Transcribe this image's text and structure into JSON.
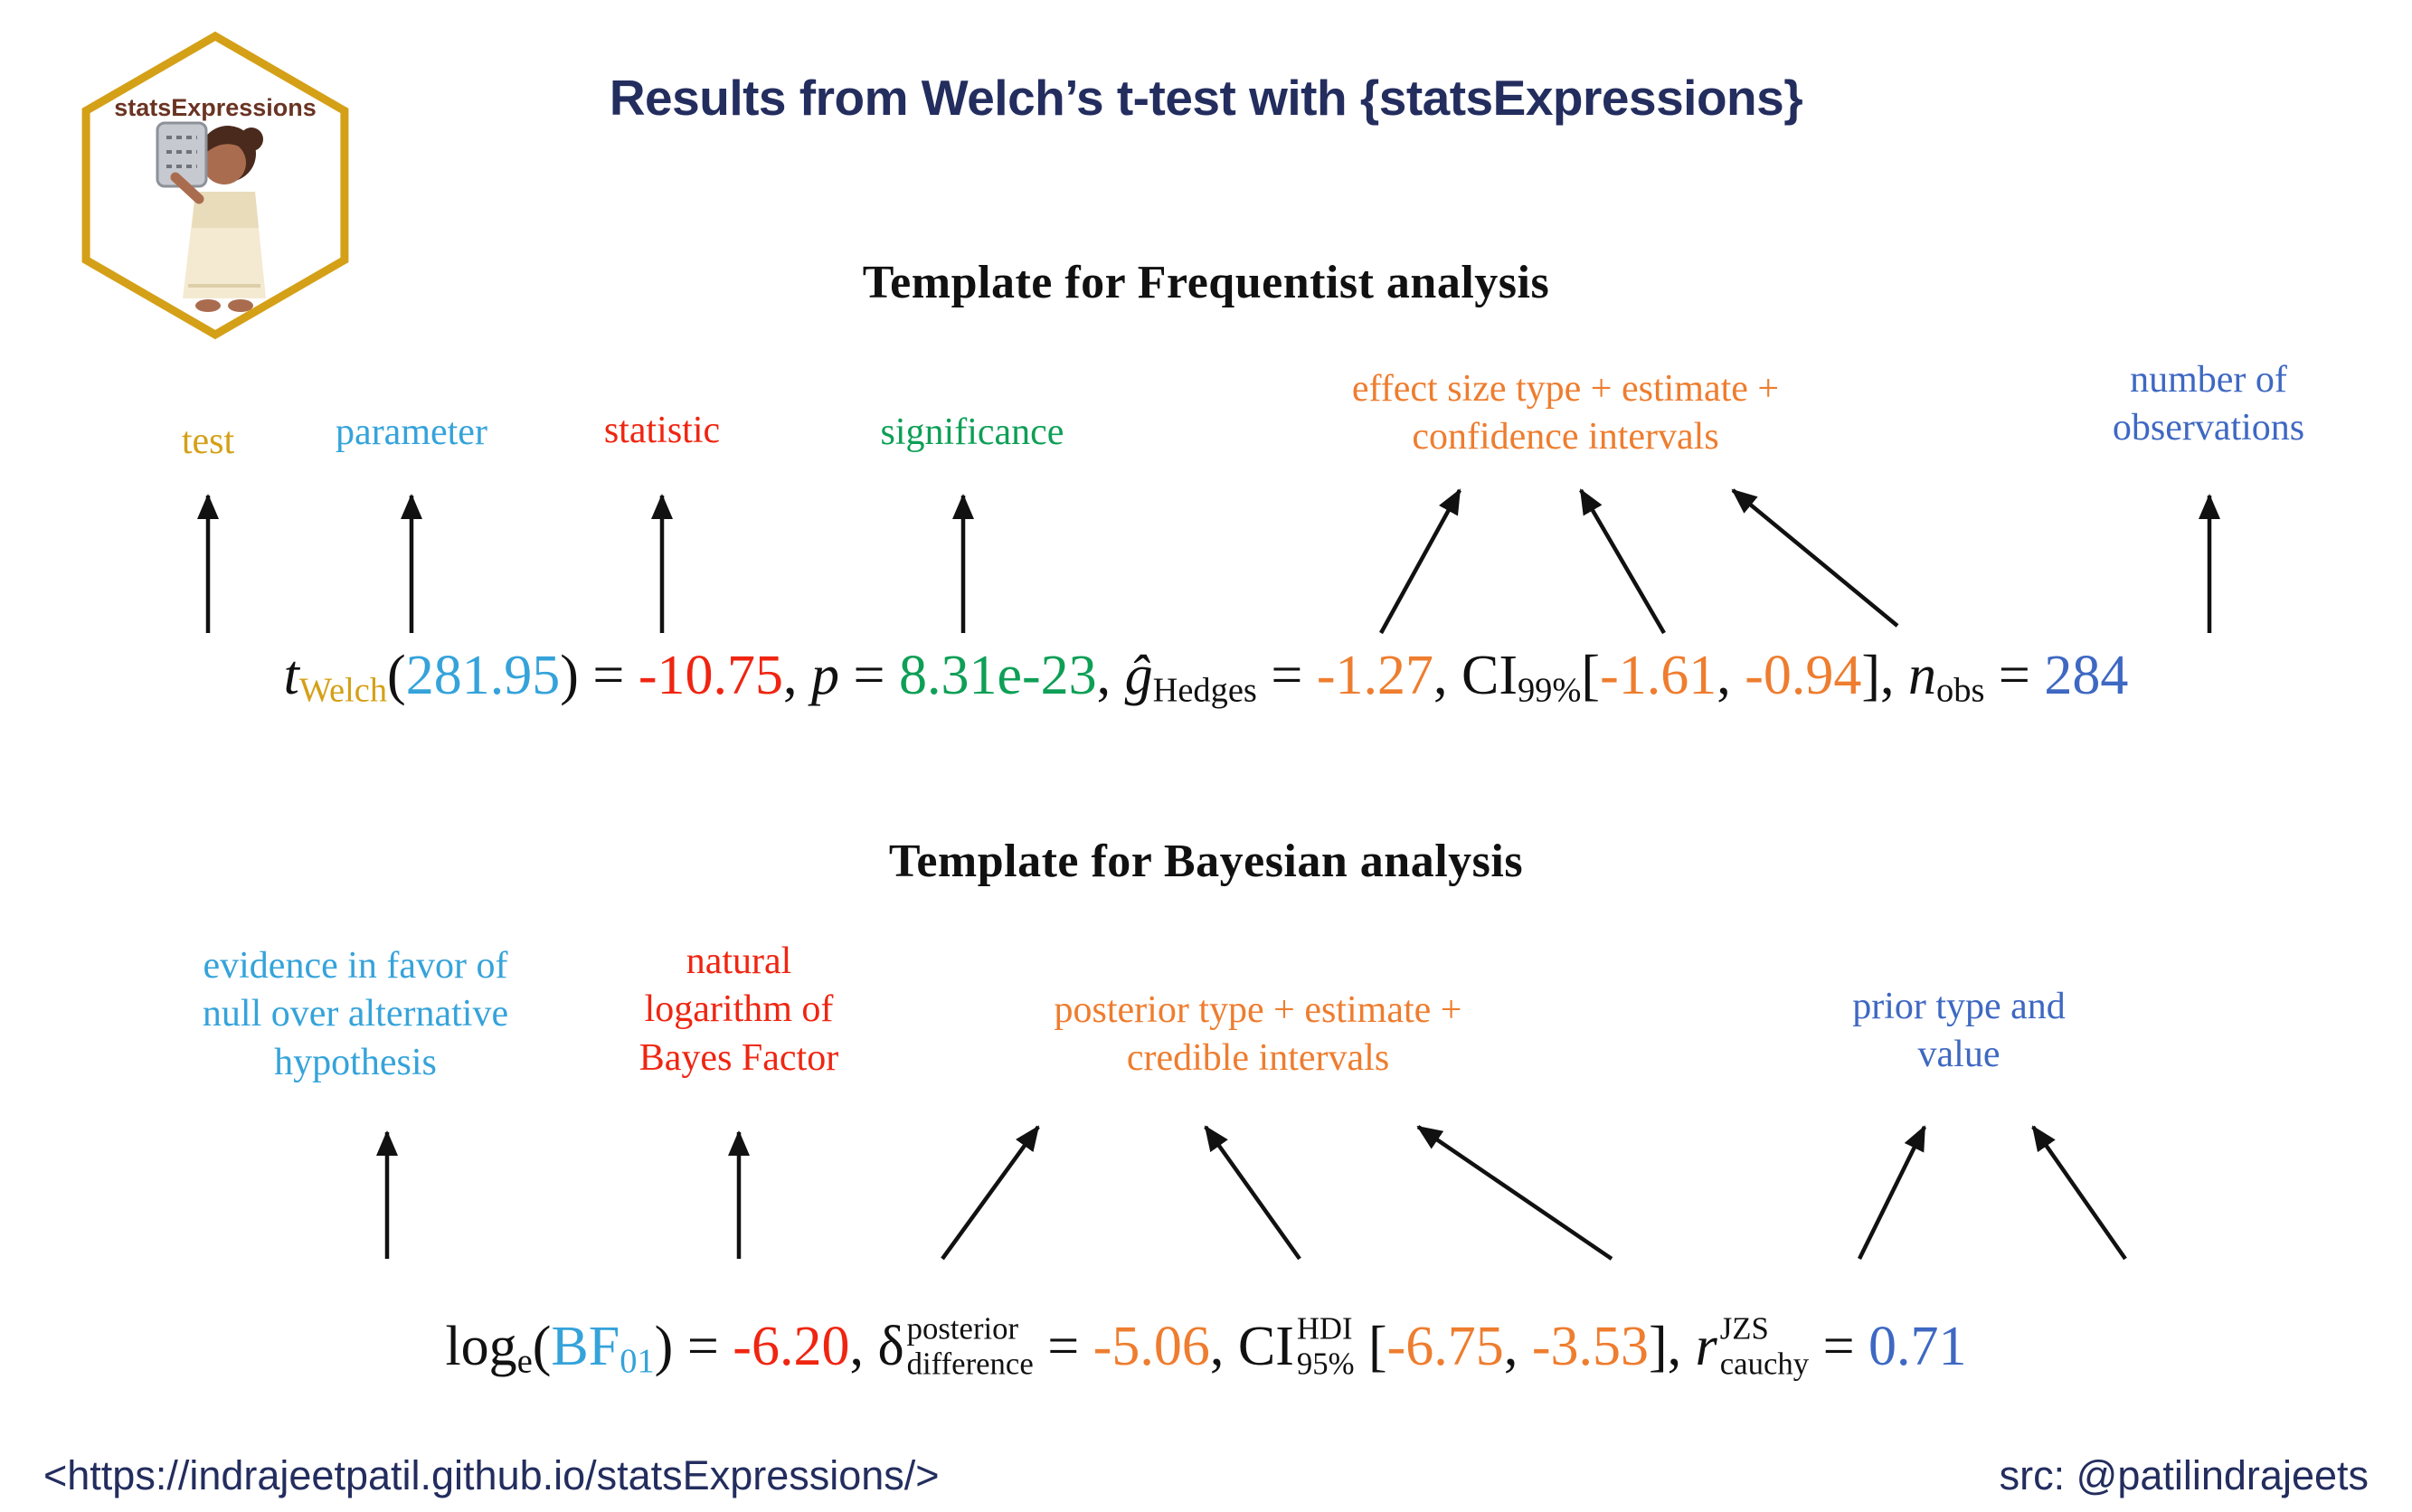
{
  "palette": {
    "navy": "#232d5e",
    "gold": "#d4a017",
    "cyan": "#35a3da",
    "red": "#ef2511",
    "green": "#0e9f56",
    "orange": "#ee7d2f",
    "blue": "#3e68c2",
    "black": "#111111"
  },
  "logo": {
    "text": "statsExpressions",
    "text_color": "#6a3423",
    "border_color": "#d4a017"
  },
  "header": {
    "title": "Results from Welch’s t-test with {statsExpressions}",
    "color": "#232d5e"
  },
  "frequentist": {
    "heading": "Template for Frequentist analysis",
    "labels": [
      {
        "text": "test",
        "color": "#d4a017"
      },
      {
        "text": "parameter",
        "color": "#35a3da"
      },
      {
        "text": "statistic",
        "color": "#ef2511"
      },
      {
        "text": "significance",
        "color": "#0e9f56"
      },
      {
        "text": "effect size type + estimate +\nconfidence intervals",
        "color": "#ee7d2f"
      },
      {
        "text": "number of\nobservations",
        "color": "#3e68c2"
      }
    ],
    "formula": [
      {
        "text": "t",
        "italic": true,
        "sub": "Welch",
        "subColor": "#d4a017"
      },
      {
        "text": "("
      },
      {
        "text": "281.95",
        "color": "#35a3da"
      },
      {
        "text": ") = "
      },
      {
        "text": "-10.75",
        "color": "#ef2511"
      },
      {
        "text": ", "
      },
      {
        "text": "p",
        "italic": true
      },
      {
        "text": " = "
      },
      {
        "text": "8.31e-23",
        "color": "#0e9f56"
      },
      {
        "text": ", "
      },
      {
        "text": "ĝ",
        "italic": true,
        "sub": "Hedges"
      },
      {
        "text": " = "
      },
      {
        "text": "-1.27",
        "color": "#ee7d2f"
      },
      {
        "text": ", CI",
        "sub": "99%"
      },
      {
        "text": "["
      },
      {
        "text": "-1.61",
        "color": "#ee7d2f"
      },
      {
        "text": ", "
      },
      {
        "text": "-0.94",
        "color": "#ee7d2f"
      },
      {
        "text": "], "
      },
      {
        "text": "n",
        "italic": true,
        "sub": "obs"
      },
      {
        "text": " = "
      },
      {
        "text": "284",
        "color": "#3e68c2"
      }
    ]
  },
  "bayesian": {
    "heading": "Template for Bayesian analysis",
    "labels": [
      {
        "text": "evidence in favor of\nnull over alternative\nhypothesis",
        "color": "#35a3da"
      },
      {
        "text": "natural\nlogarithm of\nBayes Factor",
        "color": "#ef2511"
      },
      {
        "text": "posterior type + estimate +\ncredible intervals",
        "color": "#ee7d2f"
      },
      {
        "text": "prior type and\nvalue",
        "color": "#3e68c2"
      }
    ],
    "formula": [
      {
        "text": "log",
        "sub": "e"
      },
      {
        "text": "("
      },
      {
        "text": "BF",
        "color": "#35a3da",
        "sub": "01",
        "subColor": "#35a3da"
      },
      {
        "text": ") = "
      },
      {
        "text": "-6.20",
        "color": "#ef2511"
      },
      {
        "text": ", "
      },
      {
        "text": "δ",
        "sup": "posterior",
        "sub": "difference"
      },
      {
        "text": " = "
      },
      {
        "text": "-5.06",
        "color": "#ee7d2f"
      },
      {
        "text": ", CI",
        "sup": "HDI",
        "sub": "95%"
      },
      {
        "text": " ["
      },
      {
        "text": "-6.75",
        "color": "#ee7d2f"
      },
      {
        "text": ", "
      },
      {
        "text": "-3.53",
        "color": "#ee7d2f"
      },
      {
        "text": "], "
      },
      {
        "text": "r",
        "italic": true,
        "sup": "JZS",
        "sub": "cauchy"
      },
      {
        "text": " = "
      },
      {
        "text": "0.71",
        "color": "#3e68c2"
      }
    ]
  },
  "footer": {
    "url": "<https://indrajeetpatil.github.io/statsExpressions/>",
    "credit": "src: @patilindrajeets",
    "color": "#232d5e"
  }
}
